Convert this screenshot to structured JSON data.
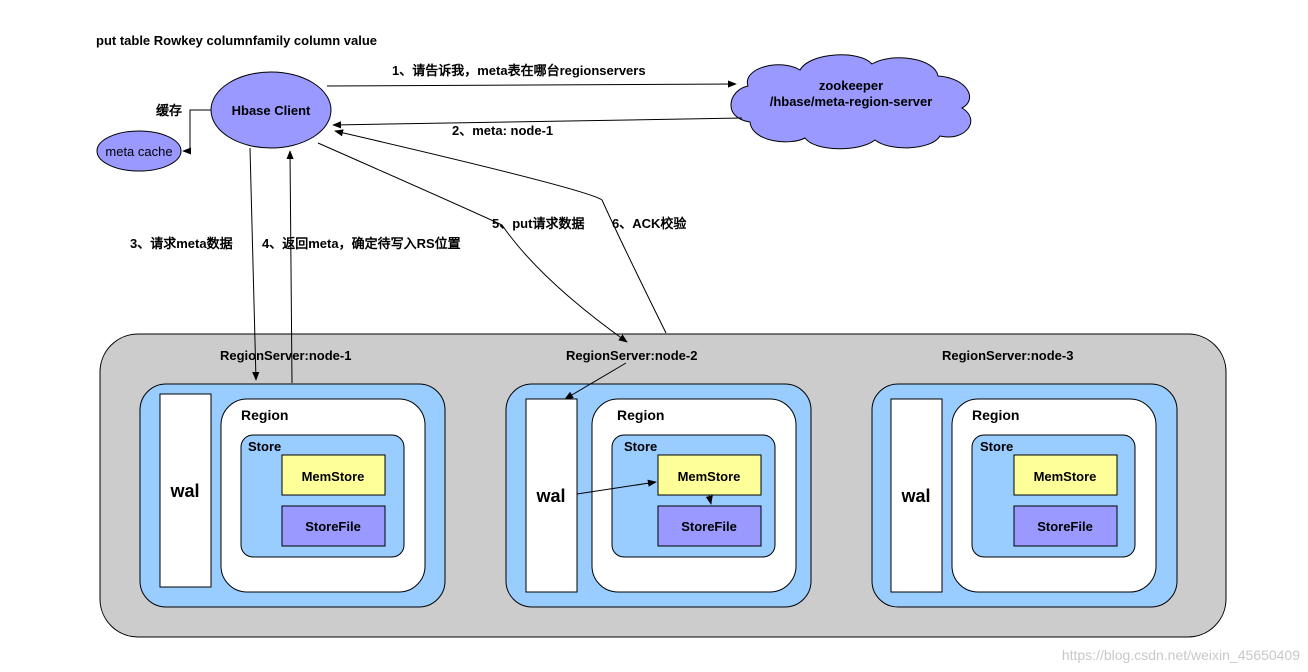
{
  "header_text": "put  table Rowkey columnfamily  column  value",
  "client": {
    "label": "Hbase Client"
  },
  "cache": {
    "label": "meta cache",
    "edge_label": "缓存"
  },
  "zookeeper": {
    "line1": "zookeeper",
    "line2": "/hbase/meta-region-server"
  },
  "steps": {
    "s1": "1、请告诉我，meta表在哪台regionservers",
    "s2": "2、meta: node-1",
    "s3": "3、请求meta数据",
    "s4": "4、返回meta，确定待写入RS位置",
    "s5": "5、put请求数据",
    "s6": "6、ACK校验"
  },
  "servers": [
    {
      "title": "RegionServer:node-1",
      "wal": "wal",
      "region": "Region",
      "store": "Store",
      "memstore": "MemStore",
      "storefile": "StoreFile"
    },
    {
      "title": "RegionServer:node-2",
      "wal": "wal",
      "region": "Region",
      "store": "Store",
      "memstore": "MemStore",
      "storefile": "StoreFile"
    },
    {
      "title": "RegionServer:node-3",
      "wal": "wal",
      "region": "Region",
      "store": "Store",
      "memstore": "MemStore",
      "storefile": "StoreFile"
    }
  ],
  "watermark": "https://blog.csdn.net/weixin_45650409",
  "colors": {
    "ellipse_fill": "#9999ff",
    "cluster_fill": "#cccccc",
    "server_fill": "#99ccff",
    "store_fill": "#99ccff",
    "memstore_fill": "#ffff99",
    "storefile_fill": "#9999ff"
  }
}
